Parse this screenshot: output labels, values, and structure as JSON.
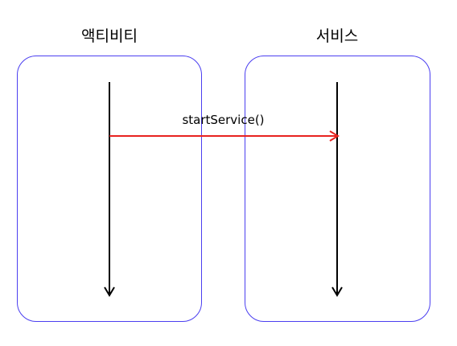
{
  "diagram": {
    "activity_title": "액티비티",
    "service_title": "서비스",
    "message_label": "startService()",
    "colors": {
      "box_border": "#4b3ff0",
      "lifeline": "#000000",
      "message_arrow": "#e8231f"
    }
  }
}
